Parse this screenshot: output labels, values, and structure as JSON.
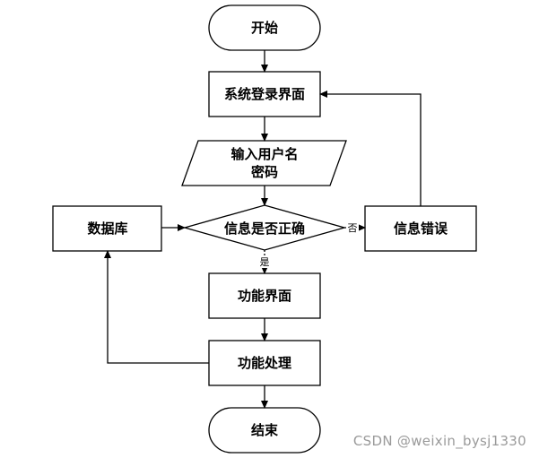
{
  "nodes": {
    "start": "开始",
    "login": "系统登录界面",
    "input_line1": "输入用户名",
    "input_line2": "密码",
    "decision": "信息是否正确",
    "database": "数据库",
    "error": "信息错误",
    "function_ui": "功能界面",
    "function_proc": "功能处理",
    "end": "结束"
  },
  "edge_labels": {
    "no": "否",
    "yes": "是"
  },
  "watermark": "CSDN @weixin_bysj1330"
}
